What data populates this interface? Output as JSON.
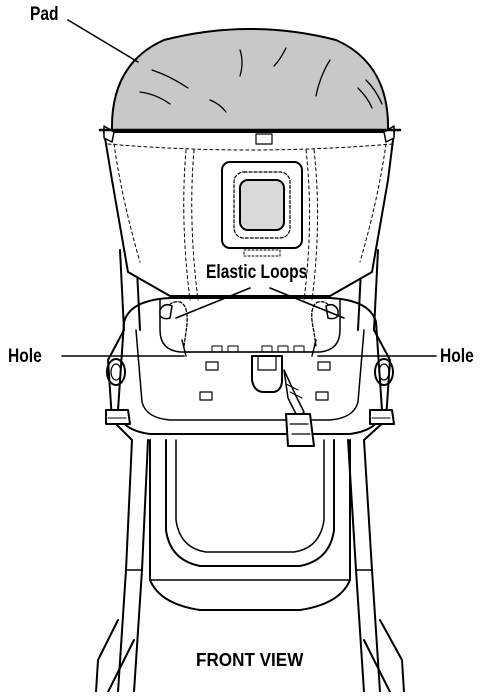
{
  "labels": {
    "pad": "Pad",
    "elastic_loops": "Elastic Loops",
    "hole_left": "Hole",
    "hole_right": "Hole",
    "view_caption": "FRONT VIEW"
  },
  "colors": {
    "pad_fill": "#c8c8c8",
    "line": "#000000",
    "background": "#ffffff",
    "window_fill": "#d9d9d9"
  }
}
